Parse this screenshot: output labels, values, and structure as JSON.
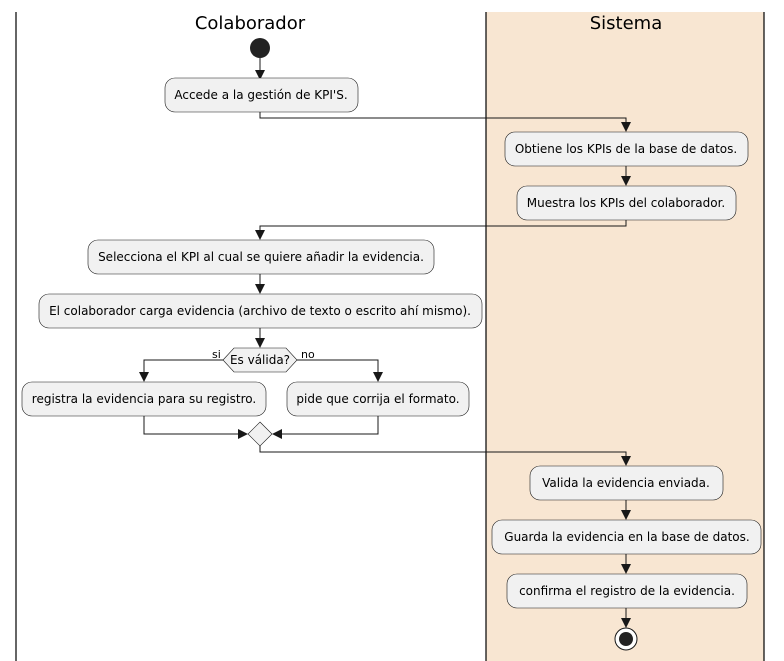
{
  "colors": {
    "sistema_lane": "#f8e6d2",
    "activity_fill": "#f1f1f1",
    "stroke": "#181818"
  },
  "lanes": {
    "colaborador": "Colaborador",
    "sistema": "Sistema"
  },
  "activities": {
    "acceder": "Accede a la gestión de KPI'S.",
    "obtener": "Obtiene los KPIs de la base de datos.",
    "mostrar": "Muestra los KPIs del colaborador.",
    "seleccionar": "Selecciona el KPI al cual se quiere añadir la evidencia.",
    "cargar": "El colaborador carga evidencia (archivo de texto o escrito ahí mismo).",
    "registrar": "registra la evidencia para su registro.",
    "corregir": "pide que corrija el formato.",
    "validar": "Valida la evidencia enviada.",
    "guardar": "Guarda la evidencia en la base de datos.",
    "confirmar": "confirma el registro de la evidencia."
  },
  "decision": {
    "question": "Es válida?",
    "yes": "si",
    "no": "no"
  }
}
